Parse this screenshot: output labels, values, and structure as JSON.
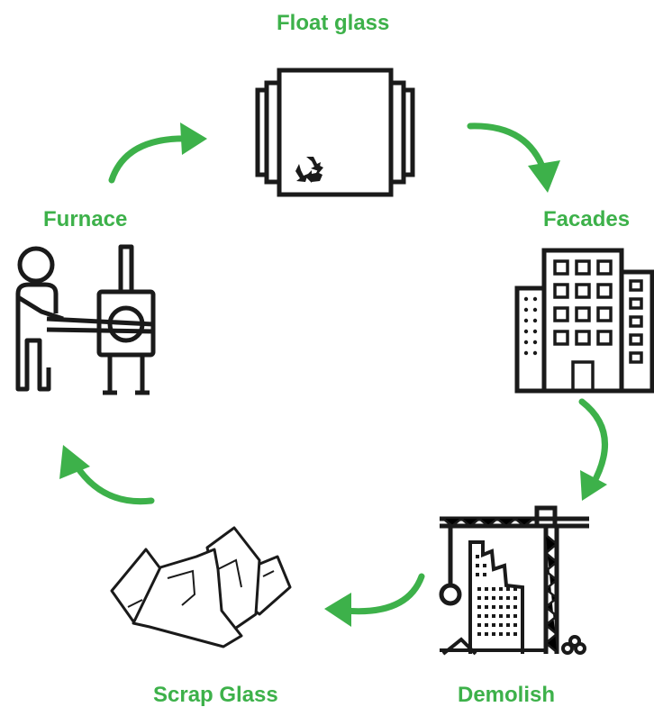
{
  "stages": {
    "float_glass": "Float glass",
    "facades": "Facades",
    "demolish": "Demolish",
    "scrap_glass": "Scrap Glass",
    "furnace": "Furnace"
  },
  "colors": {
    "accent": "#3db14a",
    "ink": "#1a1a1a"
  },
  "icons": [
    "glass-pane-icon",
    "recycle-icon",
    "building-icon",
    "demolition-crane-icon",
    "glass-shards-icon",
    "worker-furnace-icon",
    "cycle-arrow-icon"
  ]
}
